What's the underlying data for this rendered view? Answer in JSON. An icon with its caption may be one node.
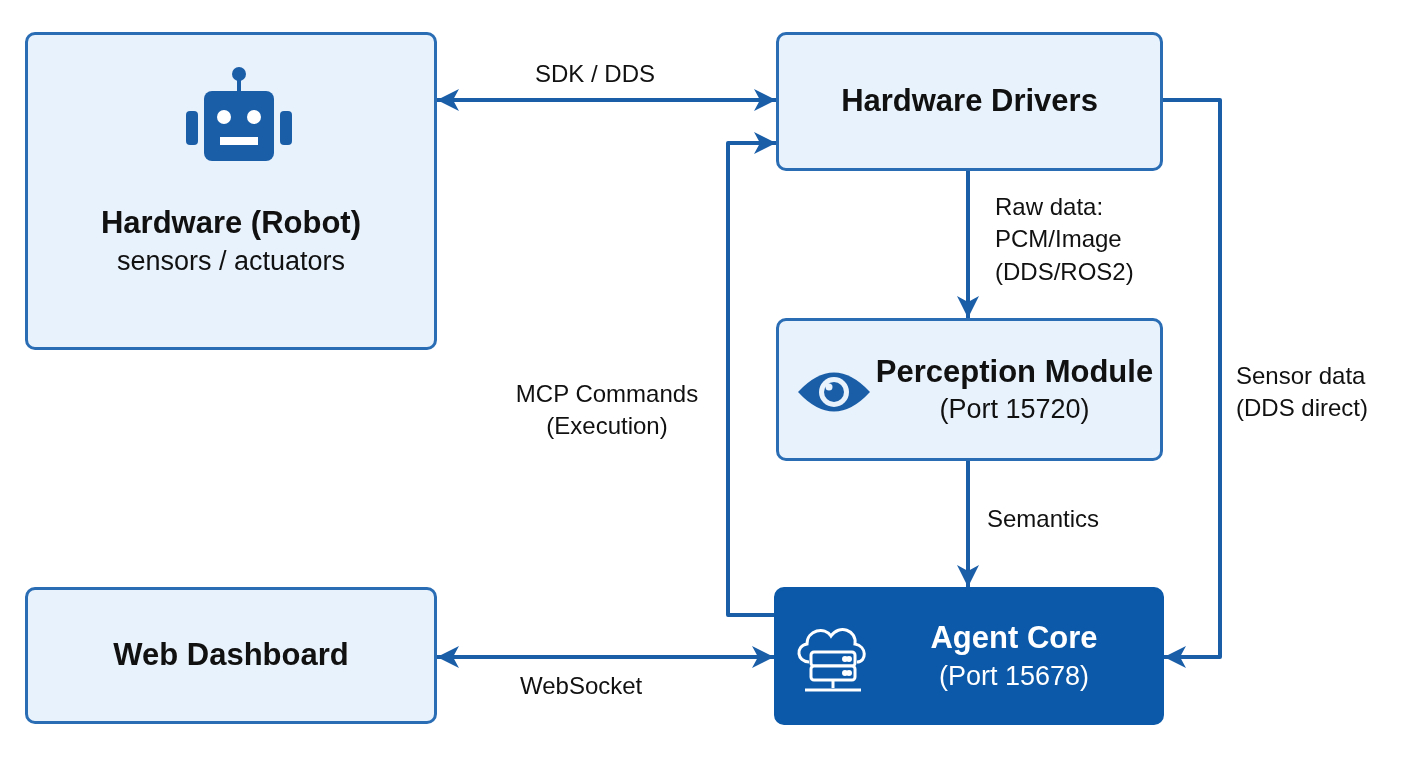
{
  "diagram": {
    "nodes": [
      {
        "text": [
          "Hardware (Robot)",
          "sensors / actuators"
        ]
      },
      {
        "text": [
          "Hardware Drivers"
        ]
      },
      {
        "text": [
          "Perception Module",
          "(Port 15720)"
        ]
      },
      {
        "text": [
          "Web Dashboard"
        ]
      },
      {
        "text": [
          "Agent Core",
          "(Port 15678)"
        ]
      }
    ],
    "edges": [
      {
        "from": 0,
        "to": 1,
        "arrow": "both",
        "label": "SDK / DDS"
      },
      {
        "from": 4,
        "to": 1,
        "arrow": "to",
        "label": "MCP Commands (Execution)"
      },
      {
        "from": 1,
        "to": 2,
        "arrow": "to",
        "label": "Raw data: PCM/Image (DDS/ROS2)"
      },
      {
        "from": 2,
        "to": 4,
        "arrow": "to",
        "label": "Semantics"
      },
      {
        "from": 1,
        "to": 4,
        "arrow": "to",
        "label": "Sensor data (DDS direct)"
      },
      {
        "from": 3,
        "to": 4,
        "arrow": "both",
        "label": "WebSocket"
      }
    ]
  }
}
